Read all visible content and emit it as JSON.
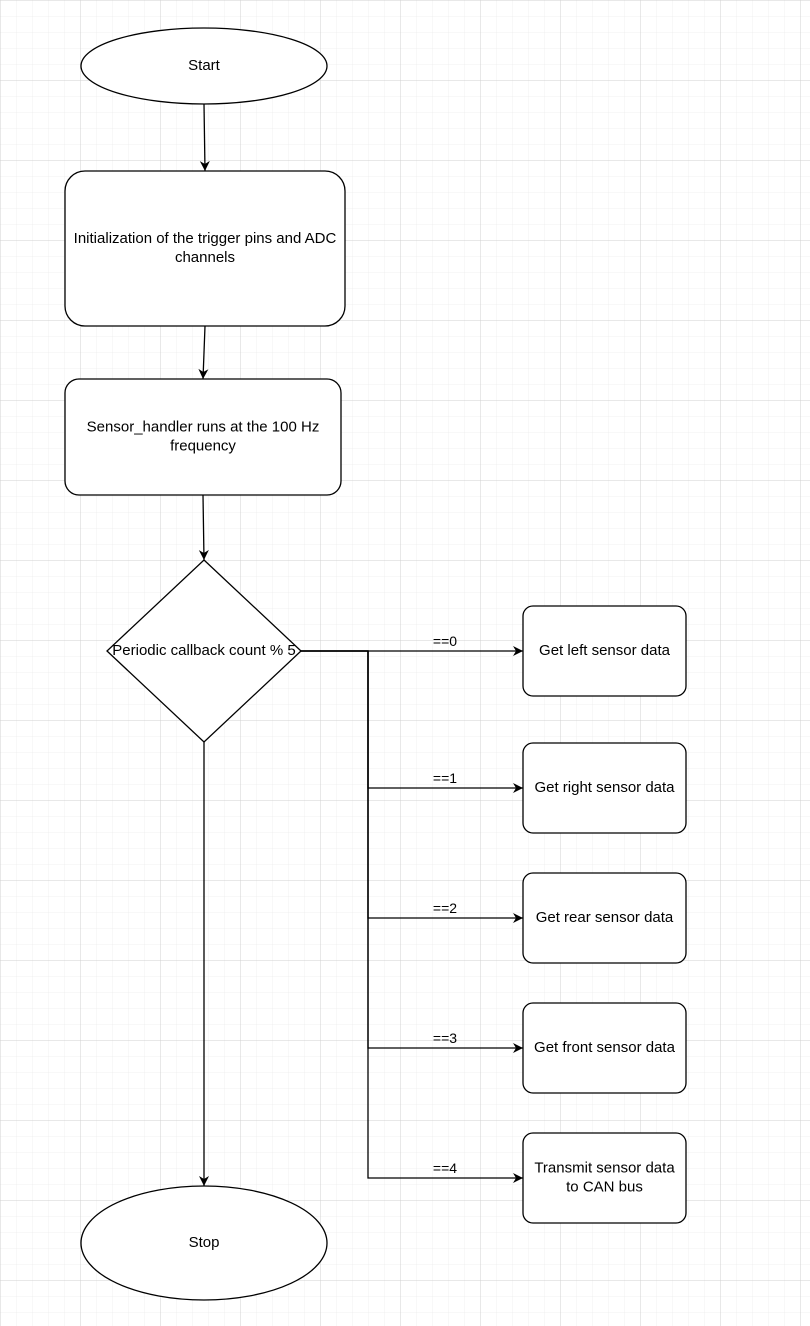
{
  "colors": {
    "background": "#ffffff",
    "grid_minor": "#e6e6e6",
    "grid_major": "#d0d0d0",
    "stroke": "#000000",
    "fill": "#ffffff",
    "text": "#000000"
  },
  "grid": true,
  "nodes": {
    "start": {
      "shape": "ellipse",
      "lines": [
        "Start"
      ]
    },
    "init": {
      "shape": "rounded-rect",
      "lines": [
        "Initialization of the trigger pins and ADC",
        "channels"
      ]
    },
    "handler": {
      "shape": "rounded-rect",
      "lines": [
        "Sensor_handler runs at the 100 Hz",
        "frequency"
      ]
    },
    "decision": {
      "shape": "diamond",
      "lines": [
        "Periodic callback count % 5"
      ]
    },
    "left": {
      "shape": "rounded-rect",
      "lines": [
        "Get left sensor data"
      ]
    },
    "right": {
      "shape": "rounded-rect",
      "lines": [
        "Get right sensor data"
      ]
    },
    "rear": {
      "shape": "rounded-rect",
      "lines": [
        "Get rear sensor data"
      ]
    },
    "front": {
      "shape": "rounded-rect",
      "lines": [
        "Get front sensor data"
      ]
    },
    "transmit": {
      "shape": "rounded-rect",
      "lines": [
        "Transmit sensor data",
        "to CAN bus"
      ]
    },
    "stop": {
      "shape": "ellipse",
      "lines": [
        "Stop"
      ]
    }
  },
  "edges": [
    {
      "from": "start",
      "to": "init",
      "label": ""
    },
    {
      "from": "init",
      "to": "handler",
      "label": ""
    },
    {
      "from": "handler",
      "to": "decision",
      "label": ""
    },
    {
      "from": "decision",
      "to": "left",
      "label": "==0"
    },
    {
      "from": "decision",
      "to": "right",
      "label": "==1"
    },
    {
      "from": "decision",
      "to": "rear",
      "label": "==2"
    },
    {
      "from": "decision",
      "to": "front",
      "label": "==3"
    },
    {
      "from": "decision",
      "to": "transmit",
      "label": "==4"
    },
    {
      "from": "decision",
      "to": "stop",
      "label": ""
    }
  ]
}
